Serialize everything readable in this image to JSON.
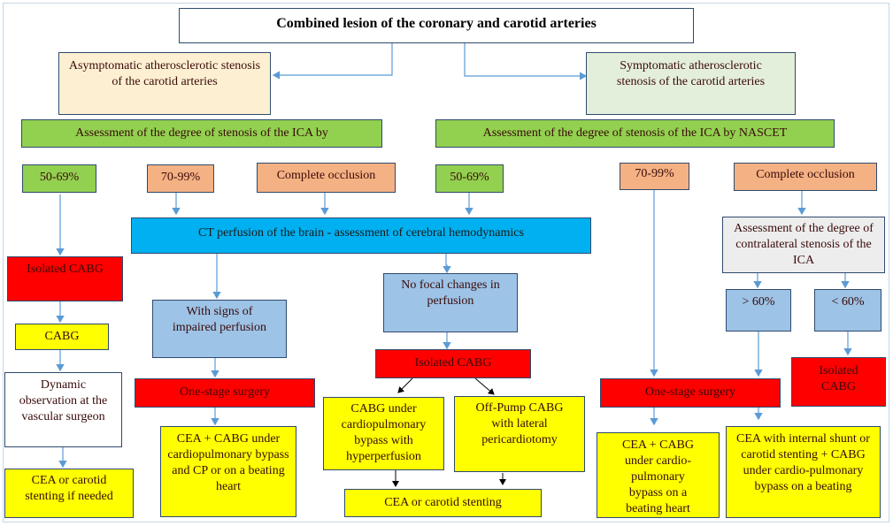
{
  "title": "Combined lesion of the coronary and carotid arteries",
  "asymptomatic": {
    "label": "Asymptomatic atherosclerotic stenosis of the carotid arteries",
    "assessment": "Assessment of the degree of stenosis of the ICA by",
    "grade_50_69": "50-69%",
    "grade_70_99": "70-99%",
    "occlusion": "Complete occlusion",
    "isolated_cabg": "Isolated CABG",
    "cabg": "CABG",
    "observation": "Dynamic observation at the vascular surgeon",
    "cea_if_needed": "CEA or carotid stenting if needed",
    "impaired": "With signs of impaired perfusion",
    "one_stage": "One-stage surgery",
    "cea_cabg": "CEA + CABG under cardiopulmonary bypass and CP or on a beating heart"
  },
  "ct_perfusion": "CT perfusion of the brain - assessment of cerebral hemodynamics",
  "symptomatic": {
    "label": "Symptomatic atherosclerotic stenosis of the carotid arteries",
    "assessment": "Assessment of the degree of stenosis of the ICA by NASCET",
    "grade_50_69": "50-69%",
    "grade_70_99": "70-99%",
    "occlusion": "Complete occlusion",
    "no_focal": "No focal changes in perfusion",
    "isolated_cabg": "Isolated CABG",
    "cabg_cpb": "CABG under cardiopulmonary bypass with hyperperfusion",
    "off_pump": "Off-Pump CABG with lateral pericardiotomy",
    "cea_stenting": "CEA or carotid stenting",
    "contralateral": "Assessment of the degree of contralateral stenosis of the ICA",
    "gt60": "> 60%",
    "lt60": "< 60%",
    "isolated_cabg_right": "Isolated CABG",
    "one_stage": "One-stage surgery",
    "cea_cabg": "CEA + CABG under cardio-pulmonary bypass on a beating heart",
    "cea_shunt": "CEA with internal shunt or carotid stenting + CABG under cardio-pulmonary bypass on a beating"
  },
  "colors": {
    "connector_blue": "#5b9bd5",
    "connector_black": "#000000",
    "green": "#92d050",
    "orange": "#f4b183",
    "cyan": "#00b0f0",
    "light_blue": "#9dc3e6",
    "red": "#ff0000",
    "yellow": "#ffff00"
  }
}
